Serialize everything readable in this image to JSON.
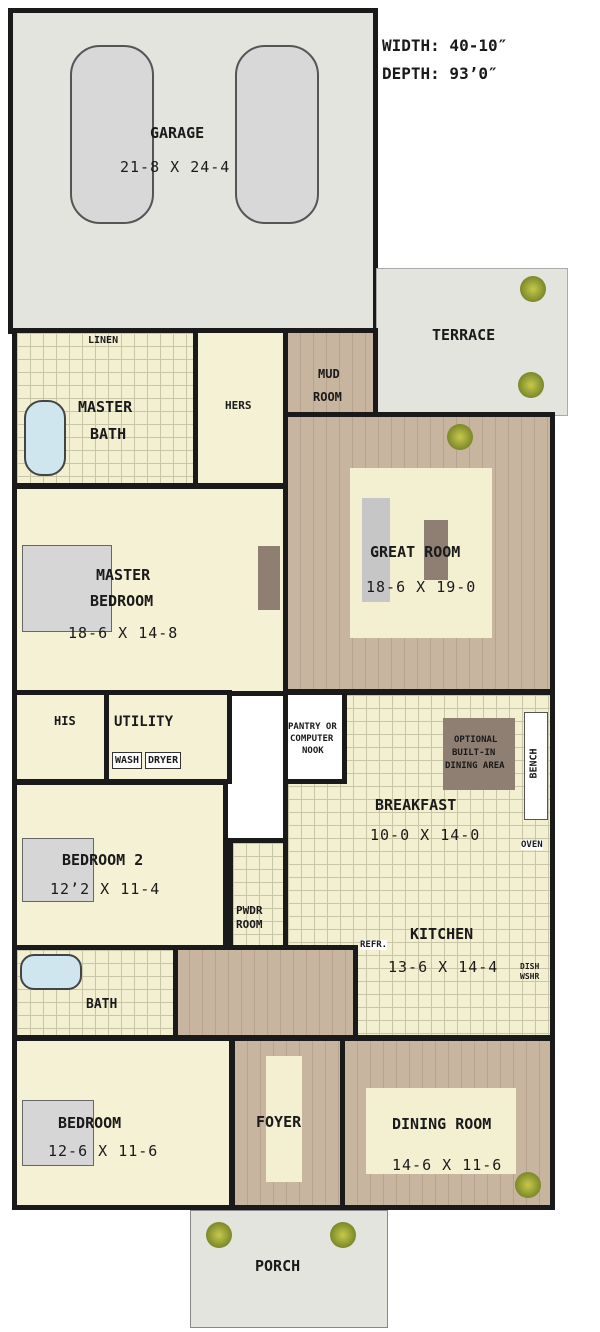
{
  "specs": {
    "width": "WIDTH: 40-10″",
    "depth": "DEPTH: 93’0″"
  },
  "rooms": {
    "garage": {
      "name": "GARAGE",
      "dim": "21-8 X 24-4"
    },
    "terrace": {
      "name": "TERRACE"
    },
    "linen": {
      "name": "LINEN"
    },
    "master_bath": {
      "name": "MASTER",
      "name2": "BATH"
    },
    "hers": {
      "name": "HERS"
    },
    "mud_room": {
      "name": "MUD",
      "name2": "ROOM"
    },
    "great_room": {
      "name": "GREAT ROOM",
      "dim": "18-6 X 19-0"
    },
    "master_bedroom": {
      "name": "MASTER",
      "name2": "BEDROOM",
      "dim": "18-6 X 14-8"
    },
    "his": {
      "name": "HIS"
    },
    "utility": {
      "name": "UTILITY",
      "wash": "WASH",
      "dryer": "DRYER"
    },
    "pantry": {
      "name": "PANTRY OR",
      "name2": "COMPUTER",
      "name3": "NOOK"
    },
    "optional_dining": {
      "line1": "OPTIONAL",
      "line2": "BUILT-IN",
      "line3": "DINING AREA"
    },
    "bench": {
      "name": "BENCH"
    },
    "breakfast": {
      "name": "BREAKFAST",
      "dim": "10-0 X 14-0"
    },
    "oven": {
      "name": "OVEN"
    },
    "bedroom2": {
      "name": "BEDROOM 2",
      "dim": "12’2 X 11-4"
    },
    "powder": {
      "name": "PWDR",
      "name2": "ROOM"
    },
    "kitchen": {
      "name": "KITCHEN",
      "dim": "13-6 X 14-4"
    },
    "refr": {
      "name": "REFR."
    },
    "dishwasher": {
      "name": "DISH",
      "name2": "WSHR"
    },
    "bath": {
      "name": "BATH"
    },
    "bedroom": {
      "name": "BEDROOM",
      "dim": "12-6 X 11-6"
    },
    "foyer": {
      "name": "FOYER"
    },
    "dining_room": {
      "name": "DINING ROOM",
      "dim": "14-6 X 11-6"
    },
    "porch": {
      "name": "PORCH"
    }
  }
}
